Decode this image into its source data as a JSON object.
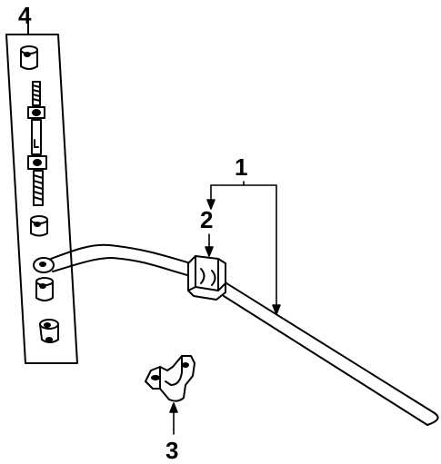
{
  "diagram": {
    "callouts": [
      {
        "id": "c1",
        "text": "1"
      },
      {
        "id": "c2",
        "text": "2"
      },
      {
        "id": "c3",
        "text": "3"
      },
      {
        "id": "c4",
        "text": "4"
      }
    ],
    "colors": {
      "line": "#000000",
      "background": "#ffffff"
    }
  }
}
